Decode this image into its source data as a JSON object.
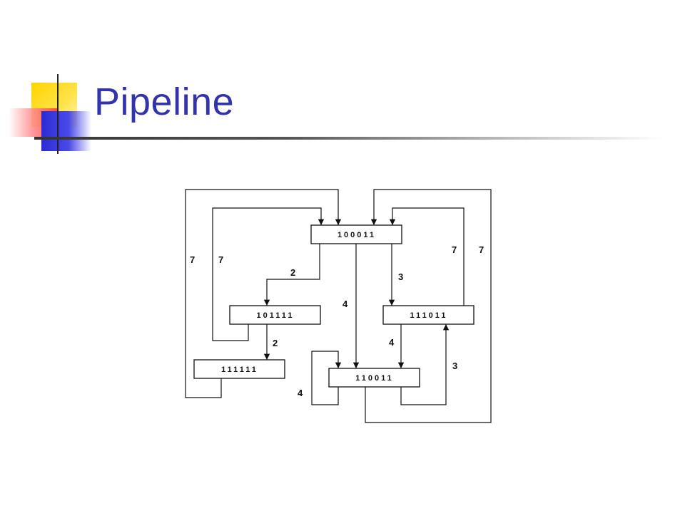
{
  "slide": {
    "title": "Pipeline",
    "title_color": "#3333aa"
  },
  "diagram": {
    "nodes": {
      "n100011": "100011",
      "n101111": "101111",
      "n111011": "111011",
      "n111111": "111111",
      "n110011": "110011"
    },
    "edge_labels": {
      "outer_left_7": "7",
      "inner_left_7": "7",
      "to101111_2": "2",
      "to111111_2": "2",
      "center_4": "4",
      "to111011_3": "3",
      "inner_right_7": "7",
      "outer_right_7": "7",
      "to110011_4": "4",
      "self_loop_4": "4",
      "loop_up_3": "3"
    }
  }
}
